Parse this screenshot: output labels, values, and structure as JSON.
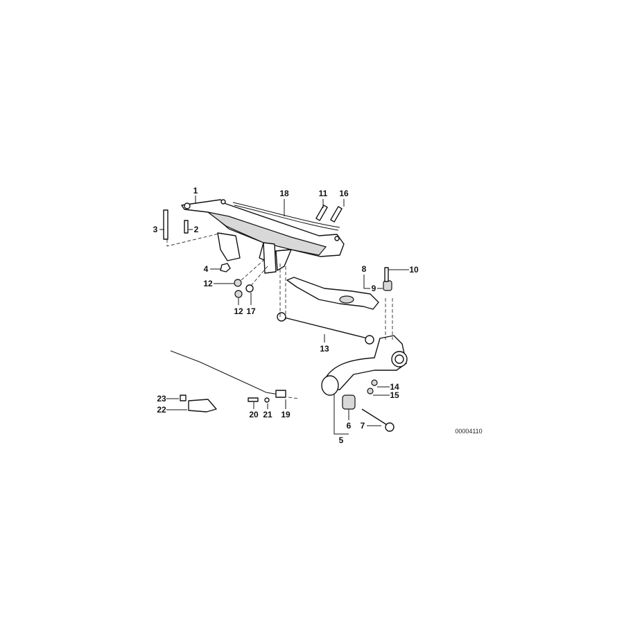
{
  "diagram": {
    "callouts": [
      "1",
      "2",
      "3",
      "4",
      "5",
      "6",
      "7",
      "8",
      "9",
      "10",
      "11",
      "12",
      "12",
      "13",
      "14",
      "15",
      "16",
      "17",
      "18",
      "19",
      "20",
      "21",
      "22",
      "23"
    ],
    "drawing_code": "00004110"
  }
}
